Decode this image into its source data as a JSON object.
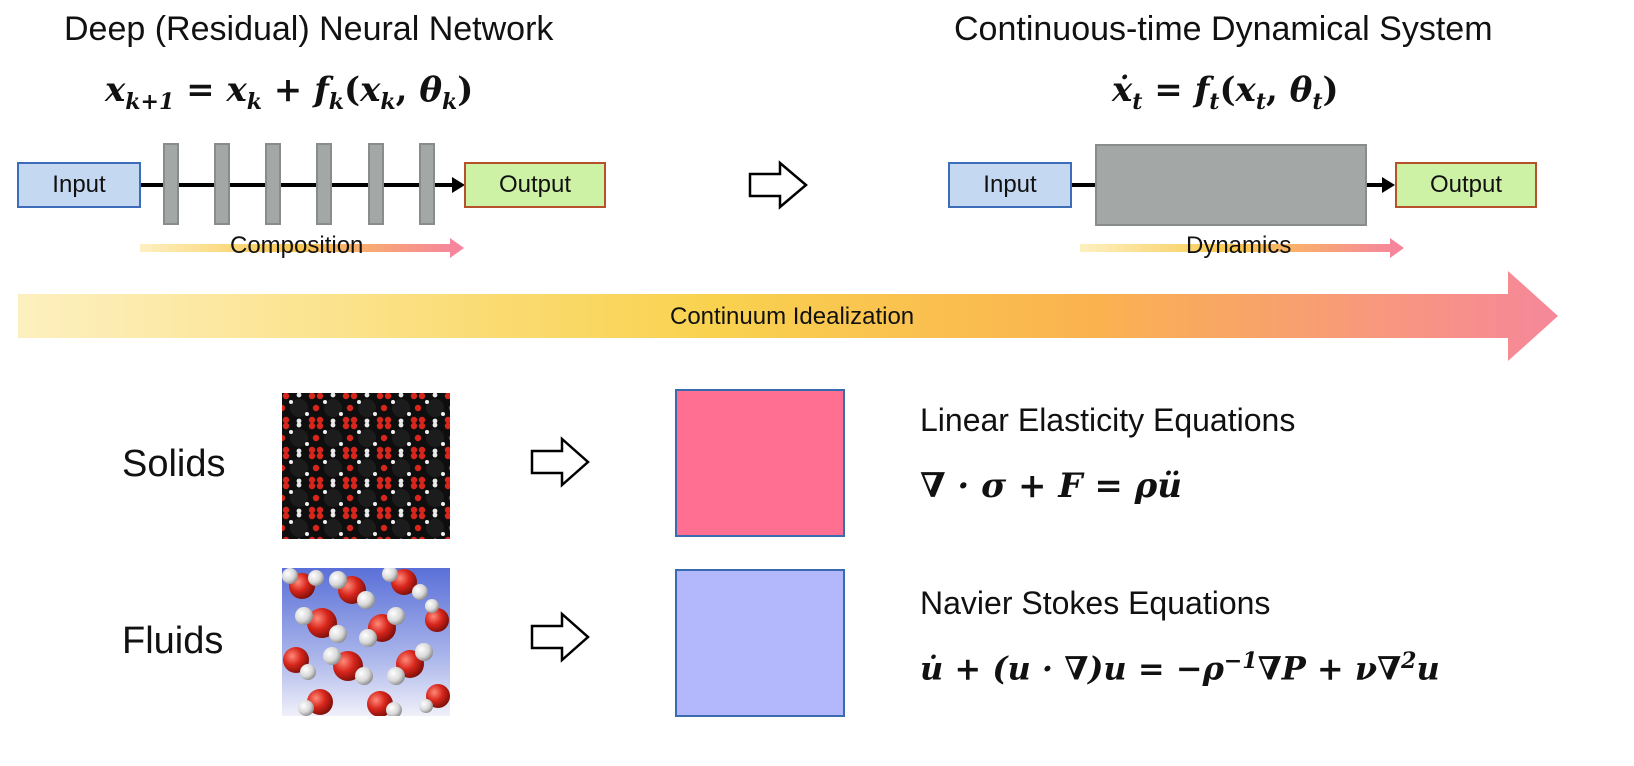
{
  "left": {
    "title": "Deep (Residual) Neural Network",
    "equation_parts": {
      "lhs": "x",
      "lhs_sub": "k+1",
      "eq": " = ",
      "x": "x",
      "x_sub": "k",
      "plus": " + ",
      "f": "f",
      "f_sub": "k",
      "open": "(",
      "arg1": "x",
      "arg1_sub": "k",
      "comma": ", ",
      "theta": "θ",
      "theta_sub": "k",
      "close": ")"
    },
    "input_label": "Input",
    "output_label": "Output",
    "arrow_label": "Composition"
  },
  "right": {
    "title": "Continuous-time Dynamical System",
    "equation_parts": {
      "lhs": "ẋ",
      "lhs_sub": "t",
      "eq": " = ",
      "f": "f",
      "f_sub": "t",
      "open": "(",
      "arg1": "x",
      "arg1_sub": "t",
      "comma": ", ",
      "theta": "θ",
      "theta_sub": "t",
      "close": ")"
    },
    "input_label": "Input",
    "output_label": "Output",
    "arrow_label": "Dynamics"
  },
  "banner_label": "Continuum Idealization",
  "rows": [
    {
      "label": "Solids",
      "equation_name": "Linear Elasticity Equations",
      "equation": "∇ · σ + F = ρü",
      "box_color": "#ff6f91"
    },
    {
      "label": "Fluids",
      "equation_name": "Navier Stokes Equations",
      "equation_main": "u̇ + (u · ∇)u = −ρ",
      "equation_sup1": "−1",
      "equation_mid": "∇P + ν∇",
      "equation_sup2": "2",
      "equation_end": "u",
      "box_color": "#b3b7fb"
    }
  ],
  "colors": {
    "gradient_start": "#fdf0c0",
    "gradient_mid": "#f9c84f",
    "gradient_end": "#f6879a",
    "input_fill": "#c5d8f1",
    "output_fill": "#cdf2a6",
    "layer_fill": "#a3a8a6"
  }
}
